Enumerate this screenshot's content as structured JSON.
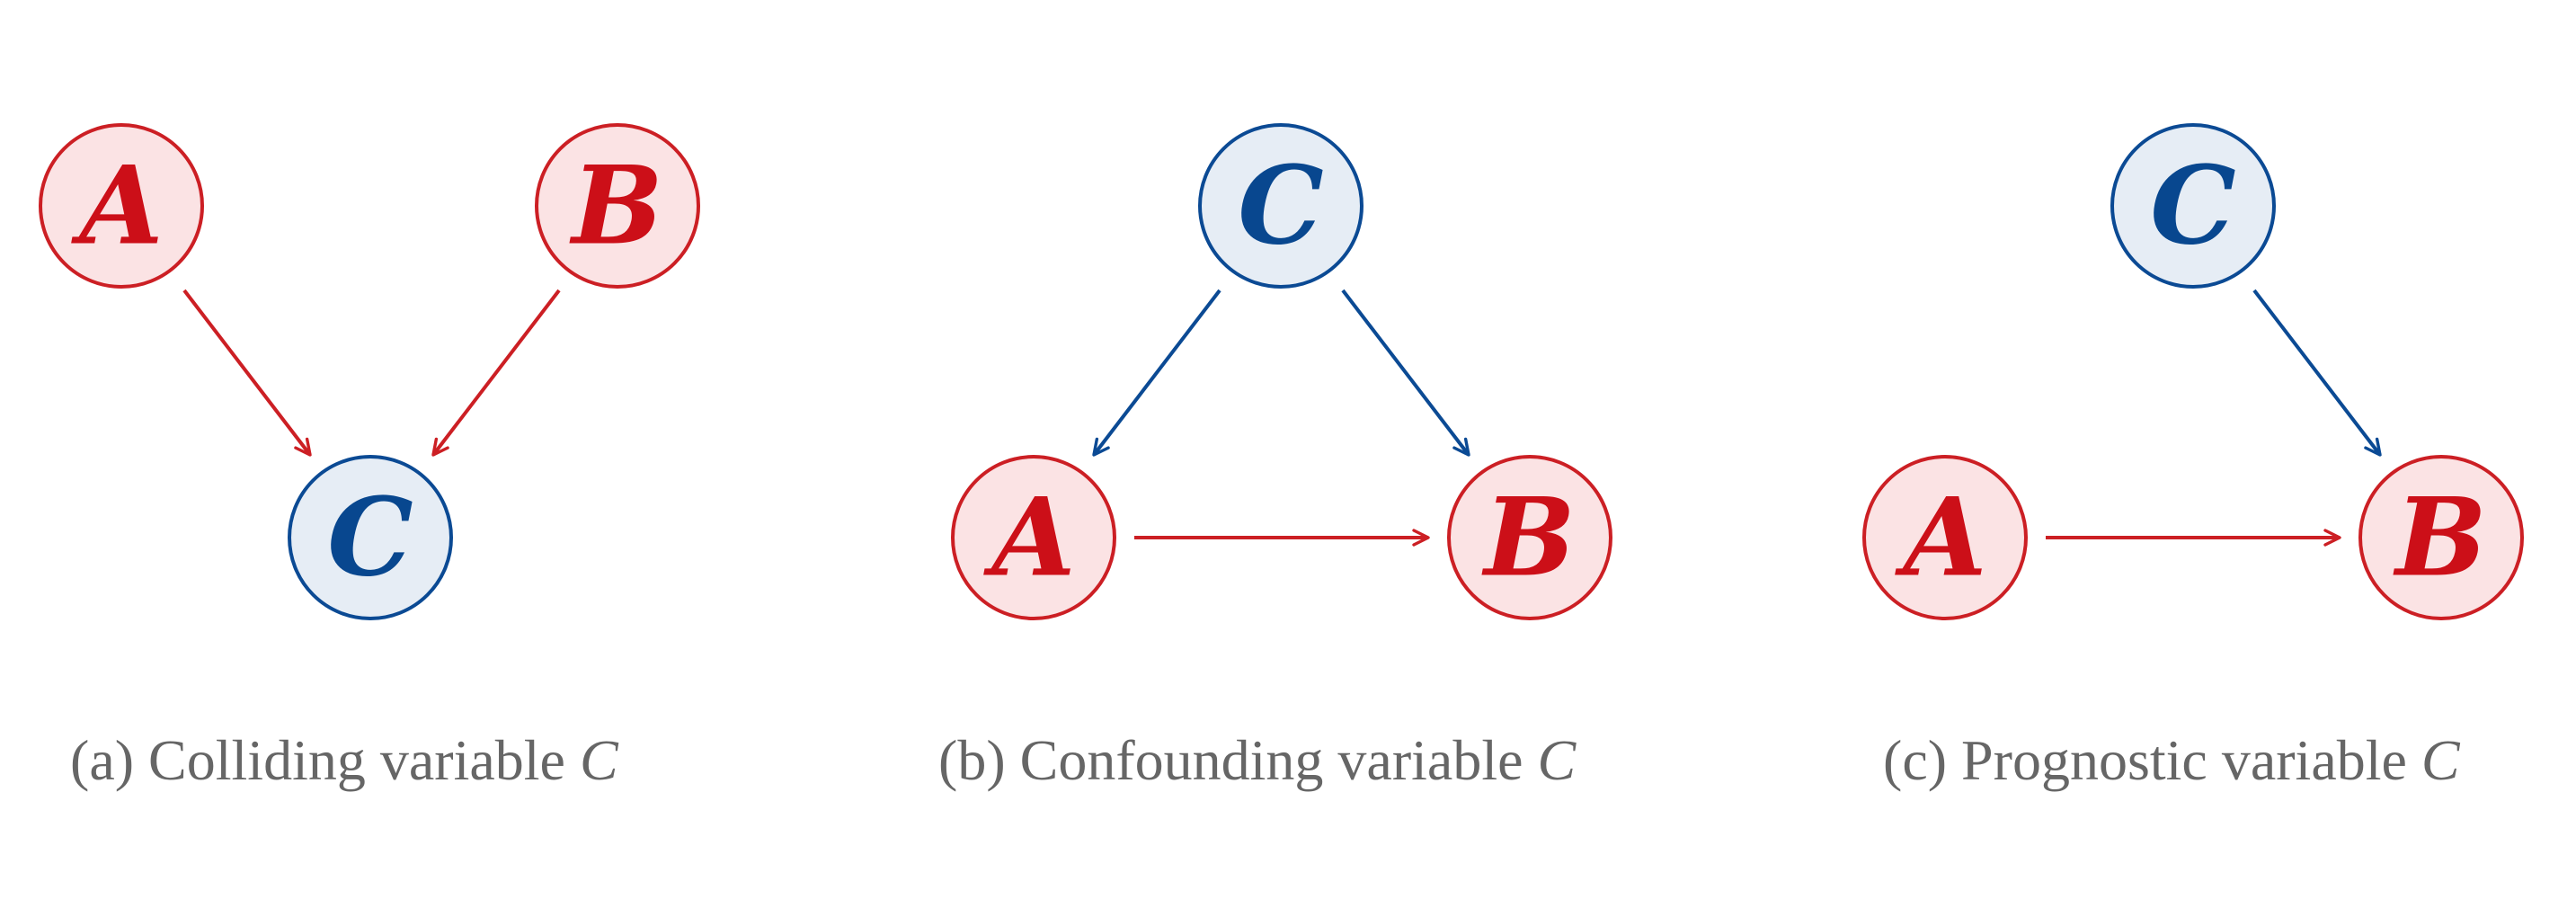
{
  "colors": {
    "red_stroke": "#cc1f24",
    "red_fill": "#fbe3e4",
    "red_text": "#cc0f18",
    "blue_stroke": "#0b4a94",
    "blue_fill": "#e6edf5",
    "blue_text": "#08478f",
    "caption": "#666666"
  },
  "panels": [
    {
      "id": "a",
      "caption_prefix": "(a) Colliding variable",
      "caption_var": "C",
      "nodes": [
        {
          "id": "A",
          "label": "A",
          "kind": "red"
        },
        {
          "id": "B",
          "label": "B",
          "kind": "red"
        },
        {
          "id": "C",
          "label": "C",
          "kind": "blue"
        }
      ],
      "edges": [
        {
          "from": "A",
          "to": "C",
          "kind": "red"
        },
        {
          "from": "B",
          "to": "C",
          "kind": "red"
        }
      ]
    },
    {
      "id": "b",
      "caption_prefix": "(b) Confounding variable",
      "caption_var": "C",
      "nodes": [
        {
          "id": "C",
          "label": "C",
          "kind": "blue"
        },
        {
          "id": "A",
          "label": "A",
          "kind": "red"
        },
        {
          "id": "B",
          "label": "B",
          "kind": "red"
        }
      ],
      "edges": [
        {
          "from": "C",
          "to": "A",
          "kind": "blue"
        },
        {
          "from": "C",
          "to": "B",
          "kind": "blue"
        },
        {
          "from": "A",
          "to": "B",
          "kind": "red"
        }
      ]
    },
    {
      "id": "c",
      "caption_prefix": "(c) Prognostic variable",
      "caption_var": "C",
      "nodes": [
        {
          "id": "C",
          "label": "C",
          "kind": "blue"
        },
        {
          "id": "A",
          "label": "A",
          "kind": "red"
        },
        {
          "id": "B",
          "label": "B",
          "kind": "red"
        }
      ],
      "edges": [
        {
          "from": "C",
          "to": "B",
          "kind": "blue"
        },
        {
          "from": "A",
          "to": "B",
          "kind": "red"
        }
      ]
    }
  ]
}
